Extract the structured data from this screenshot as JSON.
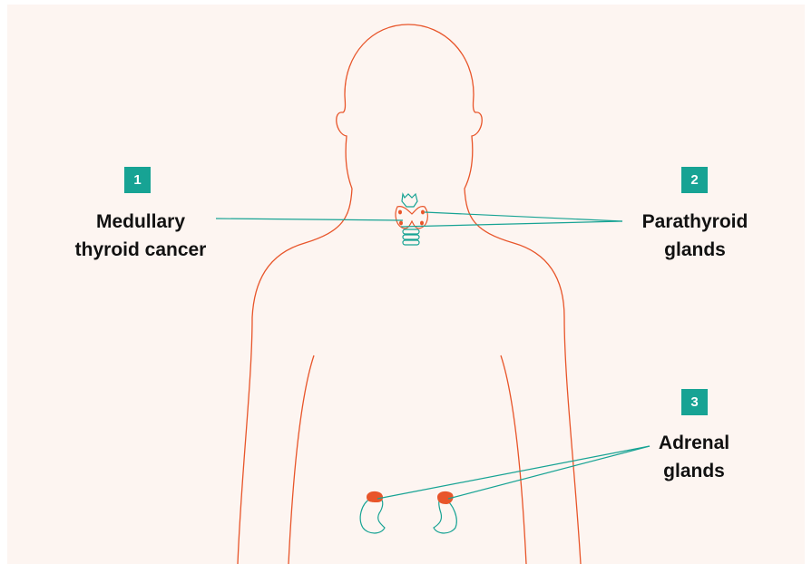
{
  "colors": {
    "background": "#fdf5f1",
    "outline": "#e8552a",
    "teal": "#17a394",
    "gland_fill": "#e8552a",
    "text": "#111111"
  },
  "callouts": [
    {
      "number": "1",
      "lines": [
        "Medullary",
        "thyroid cancer"
      ]
    },
    {
      "number": "2",
      "lines": [
        "Parathyroid",
        "glands"
      ]
    },
    {
      "number": "3",
      "lines": [
        "Adrenal",
        "glands"
      ]
    }
  ]
}
